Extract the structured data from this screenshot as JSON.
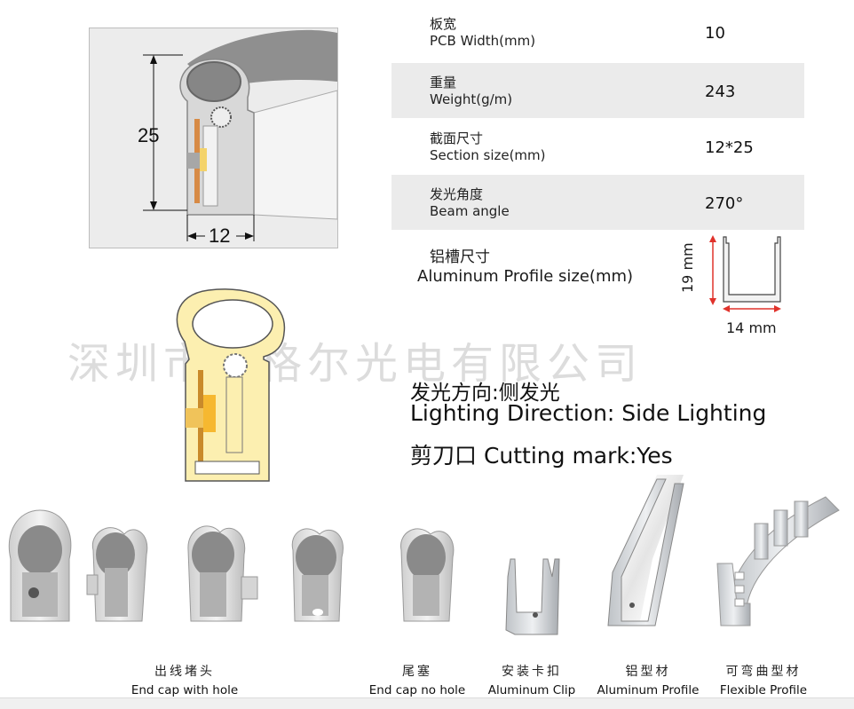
{
  "diagram": {
    "height_label": "25",
    "width_label": "12"
  },
  "specs": [
    {
      "cn": "板宽",
      "en": "PCB Width(mm)",
      "value": "10"
    },
    {
      "cn": "重量",
      "en": "Weight(g/m)",
      "value": "243"
    },
    {
      "cn": "截面尺寸",
      "en": "Section size(mm)",
      "value": "12*25"
    },
    {
      "cn": "发光角度",
      "en": "Beam angle",
      "value": "270°"
    }
  ],
  "aluminum": {
    "cn": "铝槽尺寸",
    "en": "Aluminum Profile size(mm)",
    "height": "19 mm",
    "width": "14 mm"
  },
  "watermark": "深圳市雷格尔光电有限公司",
  "features": {
    "direction_cn": "发光方向:侧发光",
    "direction_en": "Lighting Direction: Side Lighting",
    "cutting": "剪刀口 Cutting mark:Yes"
  },
  "accessories": [
    {
      "cn": "出线堵头",
      "en": "End cap with hole"
    },
    {
      "cn": "尾塞",
      "en": "End cap no hole"
    },
    {
      "cn": "安装卡扣",
      "en": "Aluminum Clip"
    },
    {
      "cn": "铝型材",
      "en": "Aluminum Profile"
    },
    {
      "cn": "可弯曲型材",
      "en": "Flexible Profile"
    }
  ],
  "colors": {
    "row_shade": "#ebebeb",
    "dimension_red": "#e0322b",
    "glow": "#fcefb0"
  }
}
